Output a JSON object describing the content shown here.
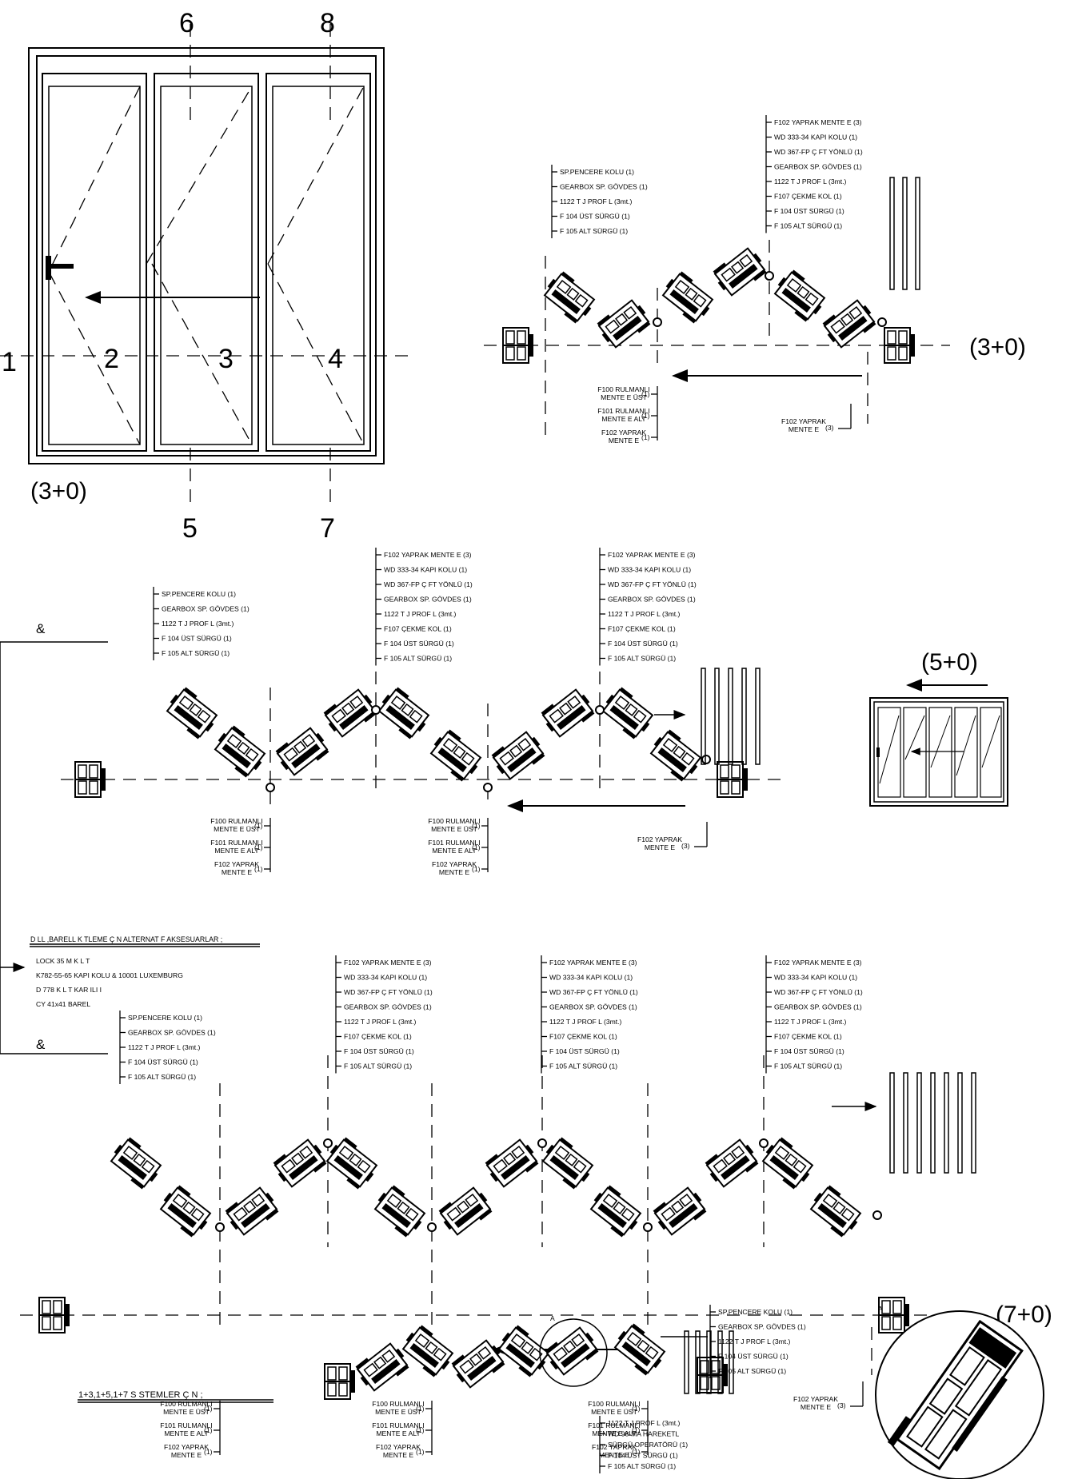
{
  "door": {
    "top_numbers": [
      "6",
      "8"
    ],
    "axis_numbers": [
      "1",
      "2",
      "3",
      "4"
    ],
    "bottom_numbers": [
      "5",
      "7"
    ],
    "caption": "(3+0)"
  },
  "systems": {
    "s3": "(3+0)",
    "s5": "(5+0)",
    "s7": "(7+0)"
  },
  "common": {
    "ampersand": "&",
    "detail_a": "A"
  },
  "lists": {
    "handle": [
      "SP.PENCERE KOLU (1)",
      "GEARBOX  SP. GÖVDES  (1)",
      "1122 T J PROF L  (3mt.)",
      "F 104 ÜST SÜRGÜ (1)",
      "F 105 ALT SÜRGÜ (1)"
    ],
    "pivot": [
      "F102 YAPRAK  MENTE  E (3)",
      "WD 333-34 KAPI KOLU (1)",
      "WD 367-FP Ç FT YÖNLÜ (1)",
      "GEARBOX  SP. GÖVDES (1)",
      "1122 T J PROF L  (3mt.)",
      "F107 ÇEKME KOL (1)",
      "F 104 ÜST SÜRGÜ (1)",
      "F 105 ALT SÜRGÜ (1)"
    ],
    "bottom_left": [
      {
        "l1": "F100 RULMANLI",
        "l2": "MENTE  E ÜST",
        "q": "(1)"
      },
      {
        "l1": "F101 RULMANLI",
        "l2": "MENTE  E ALT",
        "q": "(1)"
      },
      {
        "l1": "F102 YAPRAK",
        "l2": "MENTE  E",
        "q": "(1)"
      }
    ],
    "bottom_right": {
      "l1": "F102 YAPRAK",
      "l2": "MENTE  E",
      "q": "(3)"
    },
    "operator": [
      "1122 T J PROF L  (3mt.)",
      "WD 98-MA HAREKETL",
      "SÜRGÜ OPERATÖRÜ  (1)",
      "F 104 ÜST SÜRGÜ (1)",
      "F 105 ALT SÜRGÜ (1)"
    ]
  },
  "alternative": {
    "heading": "D LL ,BARELL  K TLEME  Ç N ALTERNAT F AKSESUARLAR ;",
    "items": [
      "LOCK 35 M K L T",
      "K782-55-65 KAPI KOLU & 10001 LUXEMBURG",
      "D 778 K L T KAR  ILI  I",
      "CY 41x41 BAREL"
    ]
  },
  "systems_note": "1+3,1+5,1+7 S STEMLER  Ç N ;"
}
